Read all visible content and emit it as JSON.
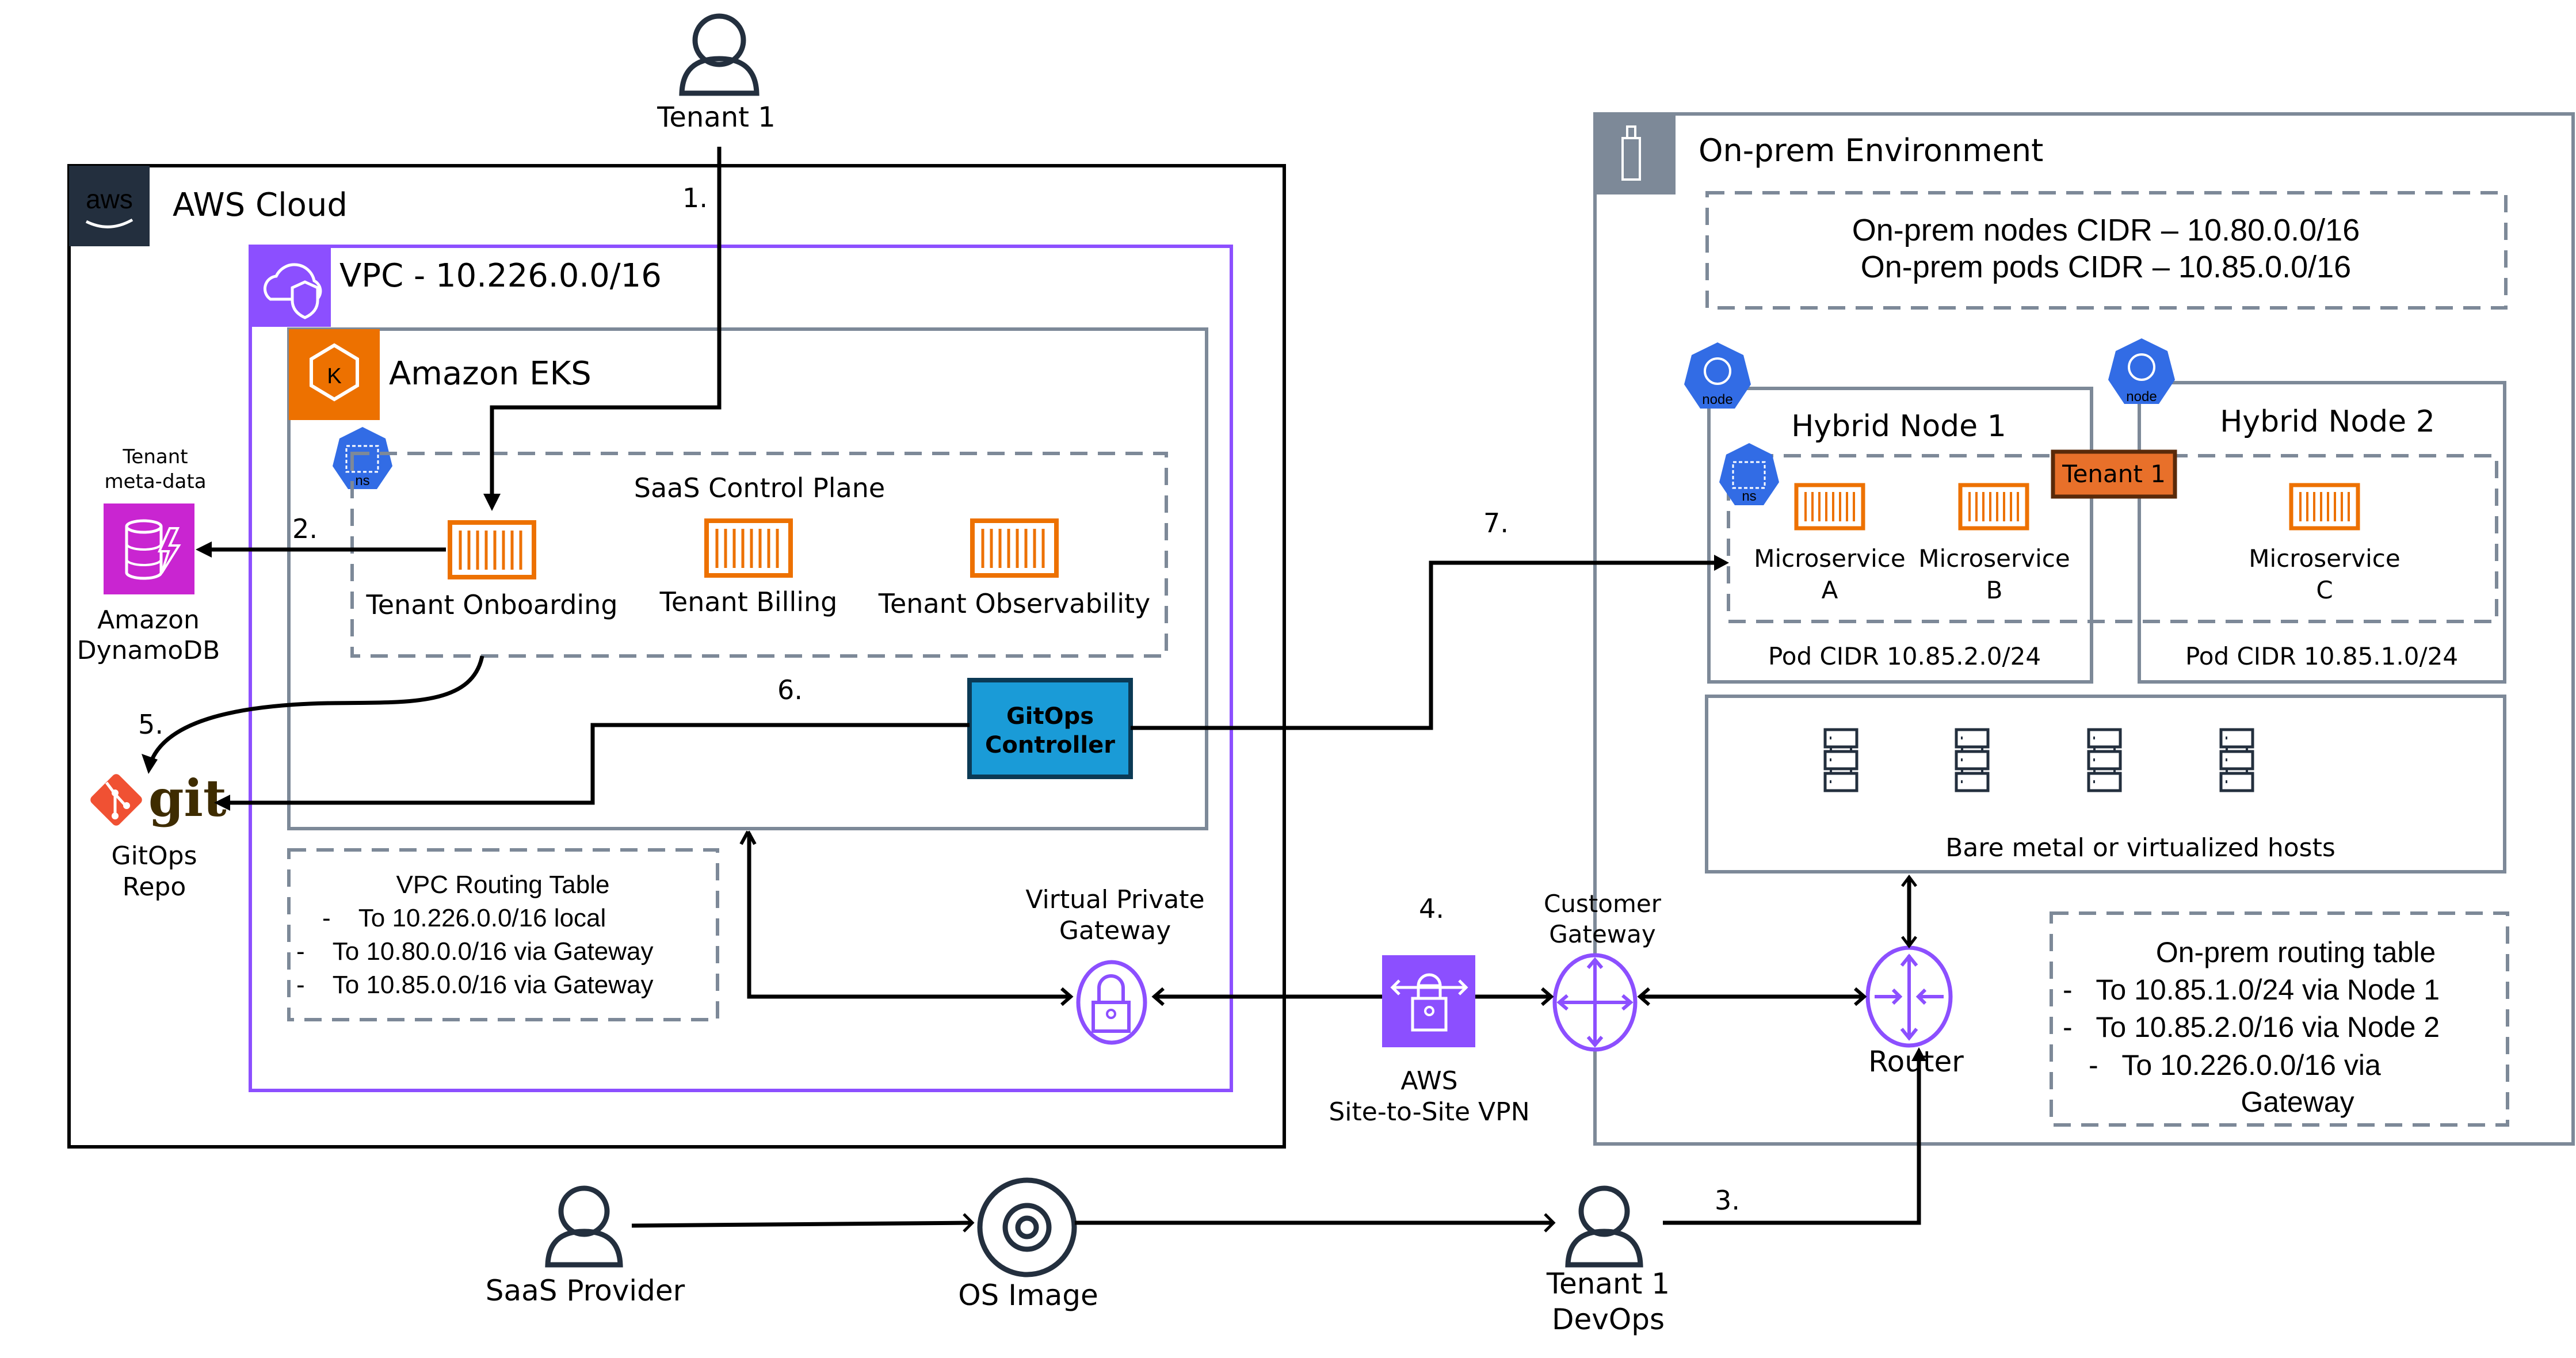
{
  "actors": {
    "tenant_top": "Tenant 1",
    "saas_provider": "SaaS Provider",
    "os_image": "OS Image",
    "tenant_devops_line1": "Tenant 1",
    "tenant_devops_line2": "DevOps"
  },
  "aws": {
    "title": "AWS Cloud",
    "logo_text": "aws",
    "vpc_title": "VPC - 10.226.0.0/16",
    "eks_title": "Amazon EKS",
    "control_plane_title": "SaaS Control Plane",
    "ns_label": "ns",
    "services": [
      "Tenant Onboarding",
      "Tenant Billing",
      "Tenant Observability"
    ],
    "gitops_controller": [
      "GitOps",
      "Controller"
    ],
    "vpc_routing": {
      "title": "VPC Routing Table",
      "rows": [
        "-    To 10.226.0.0/16 local",
        "-    To 10.80.0.0/16 via Gateway",
        "-    To 10.85.0.0/16 via Gateway"
      ]
    },
    "vpg_label": [
      "Virtual Private",
      "Gateway"
    ]
  },
  "external": {
    "dynamodb_caption": [
      "Tenant",
      "meta-data"
    ],
    "dynamodb_label": [
      "Amazon",
      "DynamoDB"
    ],
    "git_text": "git",
    "git_label": [
      "GitOps",
      "Repo"
    ],
    "vpn_label": [
      "AWS",
      "Site-to-Site VPN"
    ],
    "cgw_label": [
      "Customer",
      "Gateway"
    ]
  },
  "onprem": {
    "title": "On-prem Environment",
    "cidr_lines": [
      "On-prem nodes CIDR – 10.80.0.0/16",
      "On-prem pods CIDR – 10.85.0.0/16"
    ],
    "node_badge": "node",
    "ns_label": "ns",
    "hybrid_node_1": "Hybrid Node 1",
    "hybrid_node_2": "Hybrid Node 2",
    "tenant_tag": "Tenant 1",
    "microservices": [
      {
        "line1": "Microservice",
        "line2": "A"
      },
      {
        "line1": "Microservice",
        "line2": "B"
      },
      {
        "line1": "Microservice",
        "line2": "C"
      }
    ],
    "pod_cidr_1": "Pod CIDR 10.85.2.0/24",
    "pod_cidr_2": "Pod CIDR 10.85.1.0/24",
    "hosts_label": "Bare metal or virtualized hosts",
    "router_label": "Router",
    "routing": {
      "title": "On-prem routing table",
      "rows": [
        "-   To 10.85.1.0/24 via Node 1",
        "-   To 10.85.2.0/16 via Node 2",
        "-   To 10.226.0.0/16 via",
        "Gateway"
      ]
    }
  },
  "steps": [
    "1.",
    "2.",
    "3.",
    "4.",
    "5.",
    "6.",
    "7."
  ],
  "colors": {
    "aws_purple": "#8c4fff",
    "eks_orange": "#ed7100",
    "k8s_blue": "#326ce5",
    "dynamodb_magenta": "#c925d1",
    "gitops_blue": "#1a9bd7",
    "tenant_tag": "#e8702a",
    "git_red": "#f05133",
    "git_brown": "#3e2c00",
    "gray_border": "#7d8998"
  }
}
